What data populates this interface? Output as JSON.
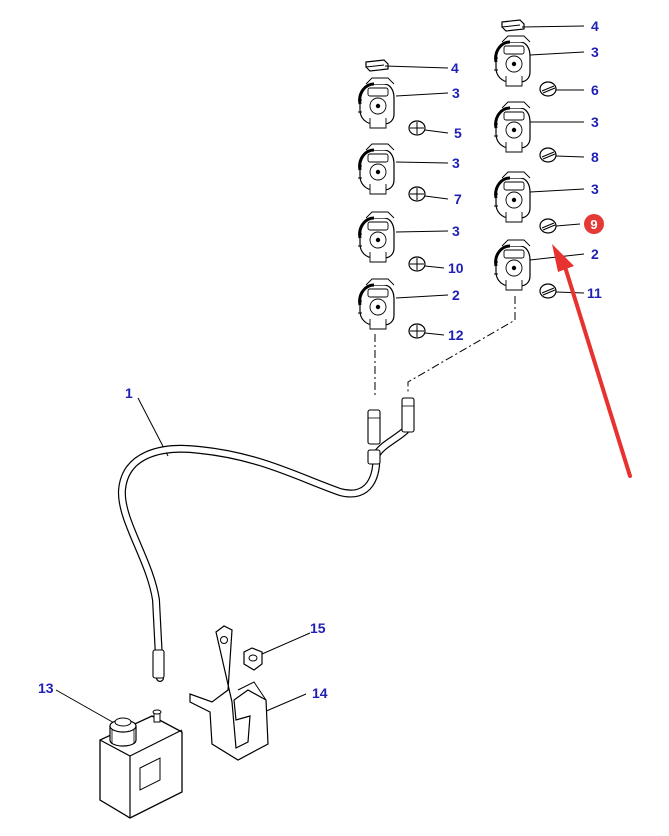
{
  "callouts": {
    "c1": "1",
    "c2a": "2",
    "c2b": "2",
    "c3a": "3",
    "c3b": "3",
    "c3c": "3",
    "c3d": "3",
    "c3e": "3",
    "c3f": "3",
    "c4a": "4",
    "c4b": "4",
    "c5": "5",
    "c6": "6",
    "c7": "7",
    "c8": "8",
    "c9": "9",
    "c10": "10",
    "c11": "11",
    "c12": "12",
    "c13": "13",
    "c14": "14",
    "c15": "15"
  },
  "colors": {
    "callout": "#1f1fb4",
    "highlight": "#e53935",
    "arrow": "#e8322f"
  },
  "icons": {
    "plug": "connector-plug-icon",
    "seal": "round-seal-icon",
    "cap": "cap-icon"
  }
}
